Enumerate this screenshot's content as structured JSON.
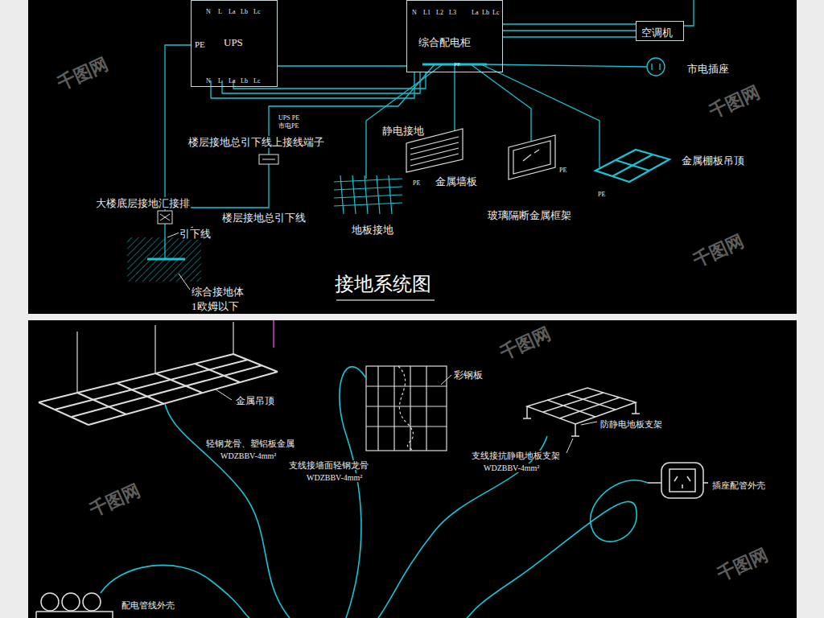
{
  "diagram": {
    "title": "接地系统图",
    "nodes": [
      {
        "text": [
          "N",
          "L",
          "La",
          "Lb",
          "Lc",
          "PE",
          "UPS",
          "N",
          "L",
          "La",
          "Lb",
          "Lc"
        ]
      },
      {
        "text": [
          "N",
          "L1",
          "L2",
          "L3",
          "La",
          "Lb",
          "Lc",
          "综合配电柜",
          "PE"
        ]
      },
      {
        "text": [
          "空调机"
        ]
      }
    ],
    "edges": [
      {
        "from": 0,
        "to": 1,
        "arrow": "none"
      },
      {
        "from": 1,
        "to": 2,
        "arrow": "none"
      }
    ],
    "labels": [
      "楼层接地总引下线上接线端子",
      "静电接地",
      "金属墙板",
      "PE",
      "PE",
      "PE",
      "金属棚板吊顶",
      "市电插座",
      "UPS PE",
      "市电PE",
      "地板接地",
      "玻璃隔断金属框架",
      "大楼底层接地汇接排",
      "楼层接地总引下线",
      "引下线",
      "综合接地体",
      "1欧姆以下",
      "金属吊顶",
      "轻钢龙骨、塑铝板金属",
      "WDZBBV-4mm²",
      "彩钢板",
      "支线接墙面轻钢龙骨",
      "WDZBBV-4mm²",
      "防静电地板支架",
      "支线接抗静电地板支架",
      "WDZBBV-4mm²",
      "插座配管外壳",
      "配电管线外壳",
      "千图网",
      "千图网",
      "千图网",
      "千图网",
      "千图网",
      "千图网"
    ]
  }
}
